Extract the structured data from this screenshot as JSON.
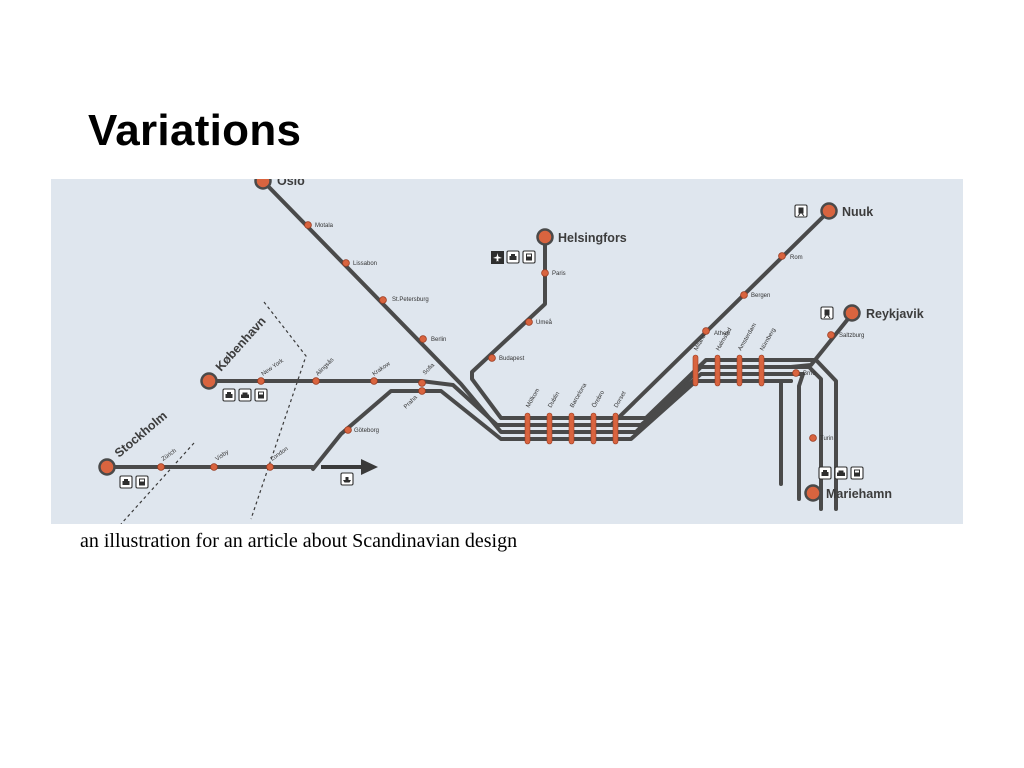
{
  "slide": {
    "title": "Variations",
    "caption": "an illustration for an article about Scandinavian design"
  },
  "map": {
    "colors": {
      "background": "#dfe6ee",
      "track": "#4a4a4a",
      "station": "#d9643f"
    },
    "major_stations": [
      "Oslo",
      "Helsingfors",
      "Nuuk",
      "Reykjavik",
      "København",
      "Stockholm",
      "Mariehamn"
    ],
    "minor_stations": {
      "oslo_line": [
        "Motala",
        "Lissabon",
        "St.Petersburg",
        "Berlin"
      ],
      "helsingfors_line": [
        "Paris",
        "Umeå",
        "Budapest"
      ],
      "kobenhavn_line": [
        "New York",
        "Alingsås",
        "Krakow",
        "Sofia"
      ],
      "stockholm_line": [
        "Zürich",
        "Visby",
        "London"
      ],
      "goteborg_line": [
        "Göteborg",
        "Praha"
      ],
      "trunk_stops": [
        "Mölkom",
        "Dublin",
        "Barcelona",
        "Örebro",
        "Dorset"
      ],
      "east_stops": [
        "Milano",
        "Halmstad",
        "Amsterdam",
        "Nürnberg"
      ],
      "nuuk_line": [
        "Athen",
        "Bergen",
        "Rom"
      ],
      "reykjavik_line": [
        "Saltzburg",
        "Brno"
      ],
      "mariehamn_line": [
        "Turin"
      ]
    },
    "icons": {
      "helsingfors": [
        "airplane-icon",
        "taxi-icon",
        "bus-icon"
      ],
      "kobenhavn": [
        "taxi-icon",
        "car-icon",
        "bus-icon"
      ],
      "stockholm": [
        "taxi-icon",
        "bus-icon"
      ],
      "nuuk": [
        "train-icon"
      ],
      "reykjavik": [
        "train-icon"
      ],
      "mariehamn": [
        "taxi-icon",
        "car-icon",
        "bus-icon"
      ],
      "ferry": [
        "ferry-icon",
        "arrow-right-icon"
      ]
    }
  }
}
